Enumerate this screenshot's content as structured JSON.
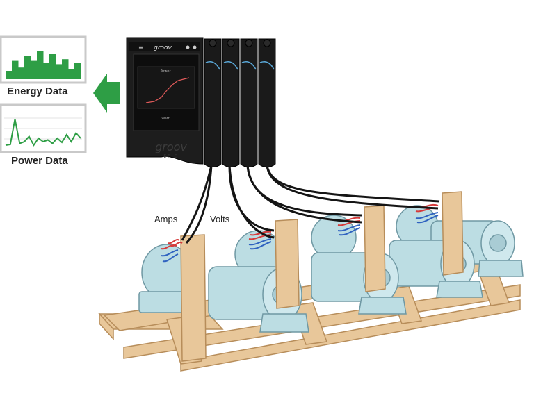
{
  "panels": {
    "energy": {
      "label": "Energy Data",
      "bars": [
        0.25,
        0.55,
        0.35,
        0.7,
        0.55,
        0.85,
        0.5,
        0.75,
        0.45,
        0.6,
        0.3,
        0.5
      ]
    },
    "power": {
      "label": "Power Data",
      "line": [
        0.1,
        0.12,
        0.85,
        0.15,
        0.2,
        0.35,
        0.1,
        0.3,
        0.2,
        0.25,
        0.15,
        0.3,
        0.18,
        0.4,
        0.2,
        0.45,
        0.3
      ]
    }
  },
  "controller": {
    "brand": "groov",
    "sub_brand": "EPIC",
    "screen": {
      "title": "Power",
      "legend": "Watt"
    }
  },
  "wires": {
    "amps_label": "Amps",
    "volts_label": "Volts"
  },
  "colors": {
    "accent_green": "#2e9e45",
    "panel_border": "#c9c9c9",
    "device_black": "#1d1d1d",
    "pump_blue": "#bcdde3",
    "skid_wood": "#e8c79a",
    "wire_red": "#d63a3a",
    "wire_blue": "#2f62c0"
  }
}
